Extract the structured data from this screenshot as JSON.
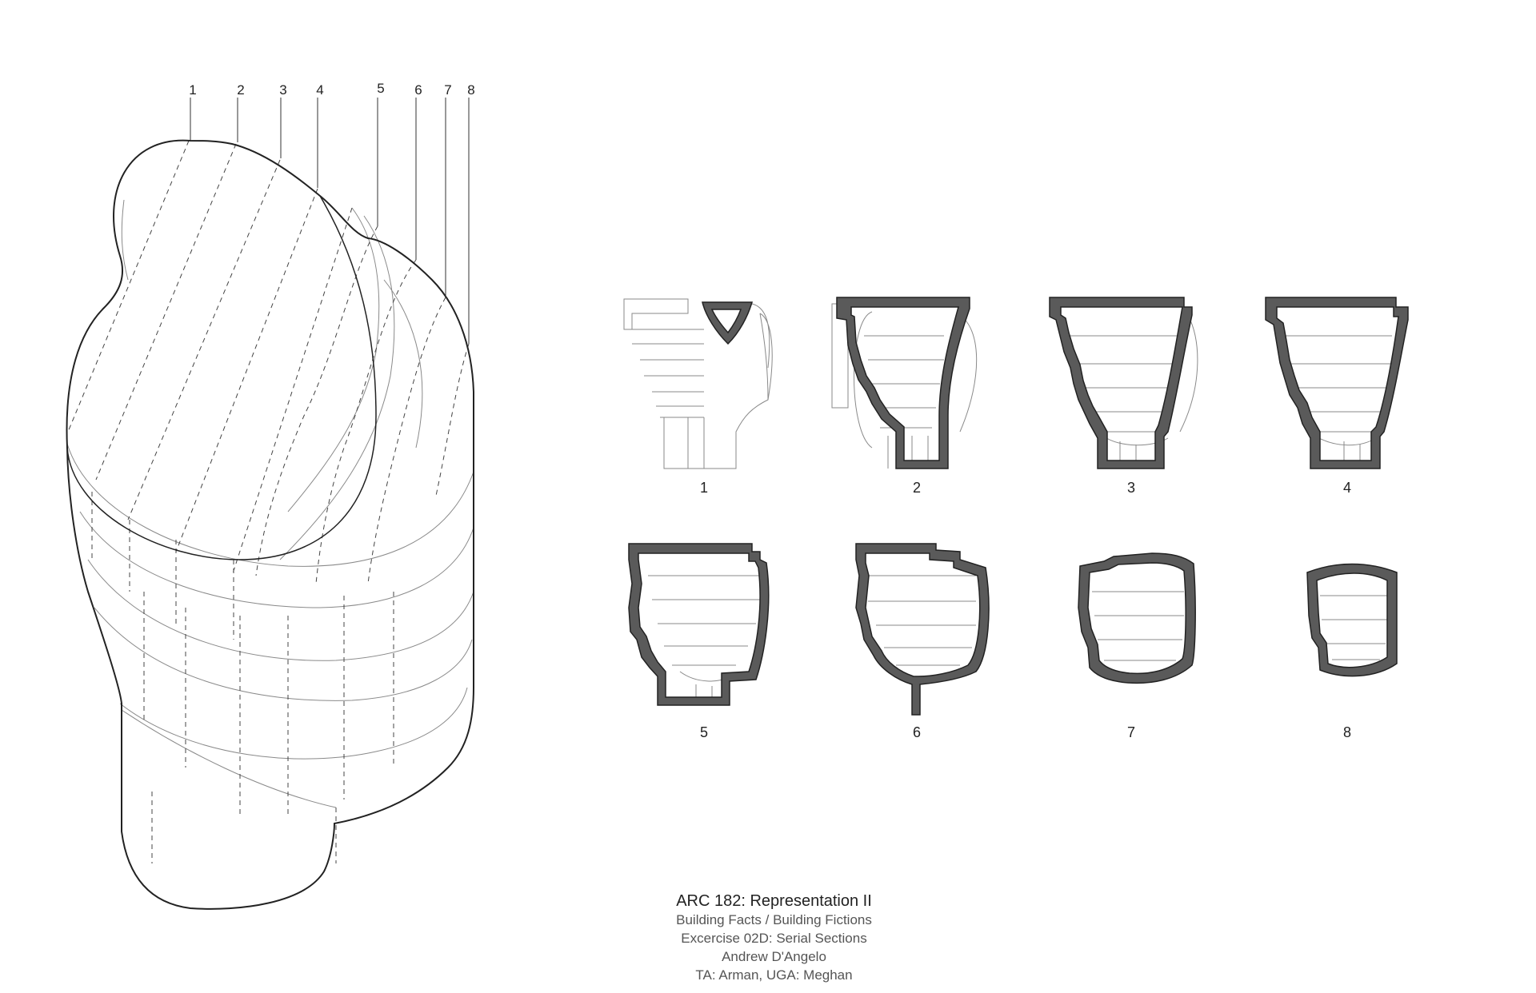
{
  "cut_lines": {
    "labels": [
      "1",
      "2",
      "3",
      "4",
      "5",
      "6",
      "7",
      "8"
    ]
  },
  "sections": {
    "labels": [
      "1",
      "2",
      "3",
      "4",
      "5",
      "6",
      "7",
      "8"
    ]
  },
  "title_block": {
    "course": "ARC 182: Representation II",
    "project": "Building Facts / Building Fictions",
    "exercise": "Excercise 02D: Serial Sections",
    "author": "Andrew D'Angelo",
    "credits": "TA: Arman, UGA: Meghan"
  },
  "colors": {
    "ink": "#222222",
    "cut_fill": "#5a5a5a",
    "thin_line": "#8a8a8a"
  }
}
